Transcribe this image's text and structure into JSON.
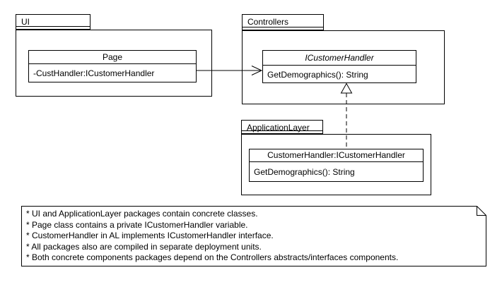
{
  "packages": {
    "ui": {
      "label": "UI"
    },
    "controllers": {
      "label": "Controllers"
    },
    "application_layer": {
      "label": "ApplicationLayer"
    }
  },
  "classes": {
    "page": {
      "title": "Page",
      "attribute": "-CustHandler:ICustomerHandler"
    },
    "icustomer_handler": {
      "title": "ICustomerHandler",
      "method": "GetDemographics(): String"
    },
    "customer_handler": {
      "title": "CustomerHandler:ICustomerHandler",
      "method": "GetDemographics(): String"
    }
  },
  "relations": {
    "dependency": {
      "from": "Page",
      "to": "ICustomerHandler",
      "style": "solid-open-arrow"
    },
    "realization": {
      "from": "CustomerHandler:ICustomerHandler",
      "to": "ICustomerHandler",
      "style": "dashed-hollow-triangle"
    }
  },
  "note": {
    "lines": [
      "* UI and ApplicationLayer packages contain concrete classes.",
      "* Page class contains a private ICustomerHandler variable.",
      "* CustomerHandler in AL implements ICustomerHandler interface.",
      "* All packages also are compiled in separate deployment units.",
      "* Both concrete components packages depend on the Controllers abstracts/interfaces components."
    ]
  },
  "colors": {
    "line": "#000000",
    "background": "#ffffff",
    "text": "#000000"
  }
}
